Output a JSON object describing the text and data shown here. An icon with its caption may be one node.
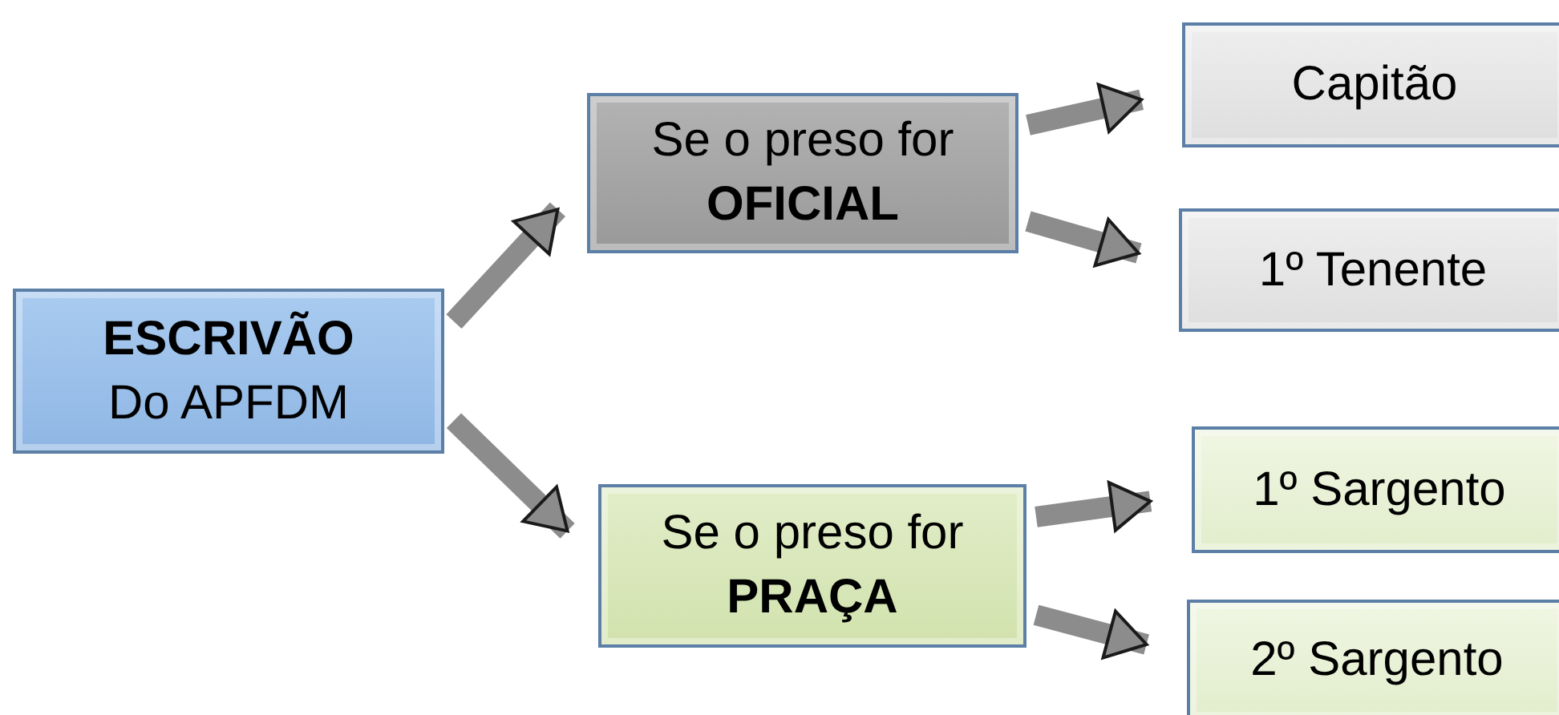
{
  "diagram": {
    "nodes": [
      {
        "text": [
          "**ESCRIVÃO** Do APFDM"
        ]
      },
      {
        "text": [
          "Se o preso for **OFICIAL**"
        ]
      },
      {
        "text": [
          "Se o preso for **PRAÇA**"
        ]
      },
      {
        "text": [
          "Capitão"
        ]
      },
      {
        "text": [
          "1º Tenente"
        ]
      },
      {
        "text": [
          "1º Sargento"
        ]
      },
      {
        "text": [
          "2º Sargento"
        ]
      }
    ],
    "edges": [
      {
        "from": 0,
        "to": 1,
        "arrow": "to"
      },
      {
        "from": 0,
        "to": 2,
        "arrow": "to"
      },
      {
        "from": 1,
        "to": 3,
        "arrow": "to"
      },
      {
        "from": 1,
        "to": 4,
        "arrow": "to"
      },
      {
        "from": 2,
        "to": 5,
        "arrow": "to"
      },
      {
        "from": 2,
        "to": 6,
        "arrow": "to"
      }
    ]
  }
}
